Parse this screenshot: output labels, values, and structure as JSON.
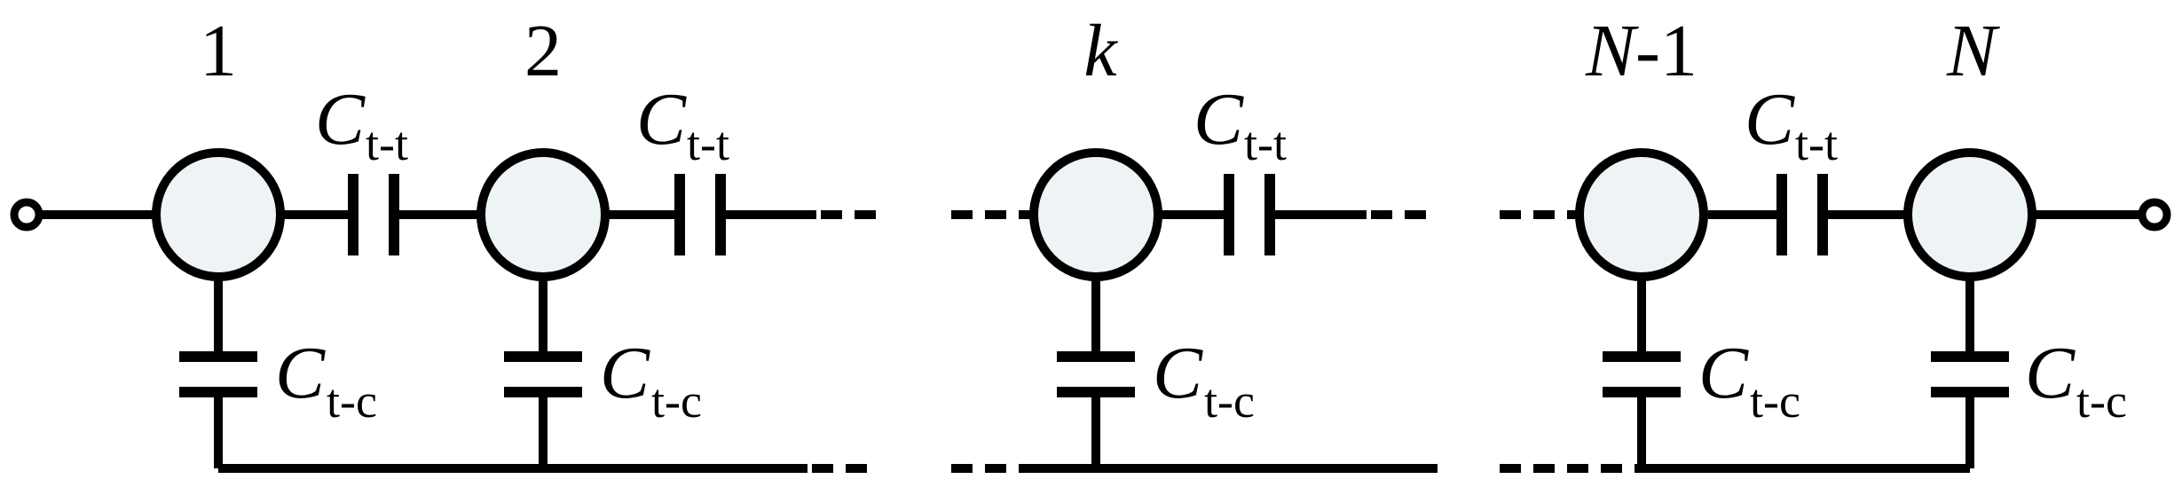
{
  "nodes": {
    "n1": "1",
    "n2": "2",
    "nk": "k",
    "nN1_italic": "N",
    "nN1_rest": "-1",
    "nN": "N"
  },
  "capacitors": {
    "C": "C",
    "tt_sub": "t-t",
    "tc_sub": "t-c"
  }
}
